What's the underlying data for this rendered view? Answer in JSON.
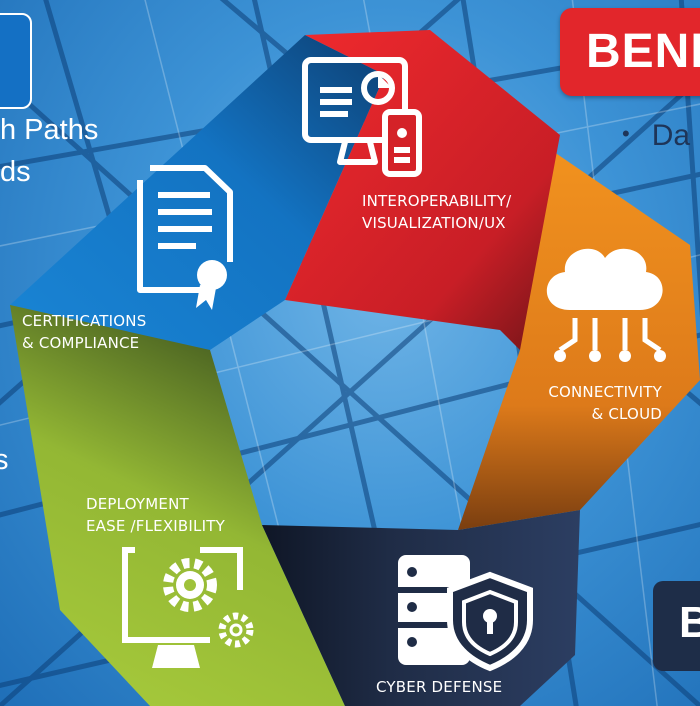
{
  "segments": {
    "interoperability": {
      "label_line1": "INTEROPERABILITY/",
      "label_line2": "VISUALIZATION/UX",
      "color": "#e2262b",
      "icon": "monitor-and-phone-icon"
    },
    "connectivity": {
      "label_line1": "CONNECTIVITY",
      "label_line2": "& CLOUD",
      "color": "#ee8a1f",
      "icon": "cloud-network-icon"
    },
    "cyber": {
      "label_line1": "CYBER DEFENSE",
      "color": "#1f2c46",
      "icon": "server-shield-icon"
    },
    "deployment": {
      "label_line1": "DEPLOYMENT",
      "label_line2": "EASE /FLEXIBILITY",
      "color": "#9fc23a",
      "icon": "monitor-gears-icon"
    },
    "certifications": {
      "label_line1": "CERTIFICATIONS",
      "label_line2": "& COMPLIANCE",
      "color": "#1476c6",
      "icon": "certificate-document-icon"
    }
  },
  "left_fragments": {
    "line1": "h Paths",
    "line2": "ds",
    "line3": "s"
  },
  "banner": {
    "text": "BENE",
    "color": "#e2262b"
  },
  "bullet": {
    "symbol": "•",
    "text": "Da"
  },
  "dark_box": {
    "text": "B",
    "color": "#1e2d48"
  }
}
